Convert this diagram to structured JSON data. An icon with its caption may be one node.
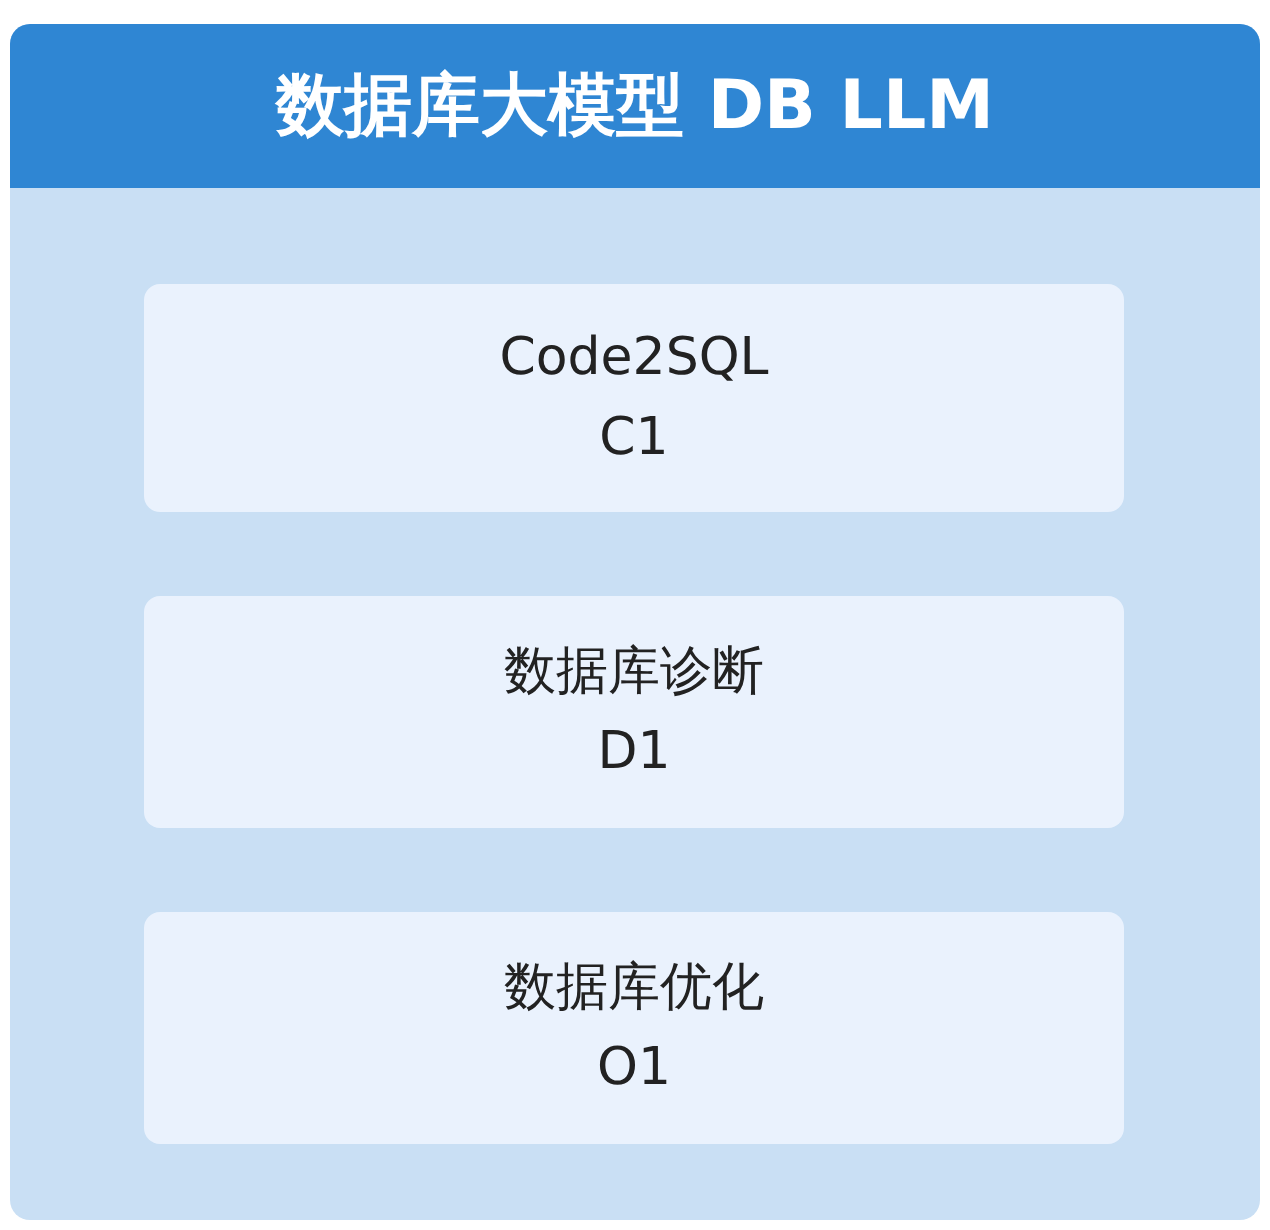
{
  "diagram": {
    "nodes": [
      {
        "text": [
          "数据库大模型 DB LLM"
        ]
      },
      {
        "text": [
          "Code2SQL",
          "C1"
        ],
        "in": 0
      },
      {
        "text": [
          "数据库诊断",
          "D1"
        ],
        "in": 0
      },
      {
        "text": [
          "数据库优化",
          "O1"
        ],
        "in": 0
      }
    ]
  }
}
